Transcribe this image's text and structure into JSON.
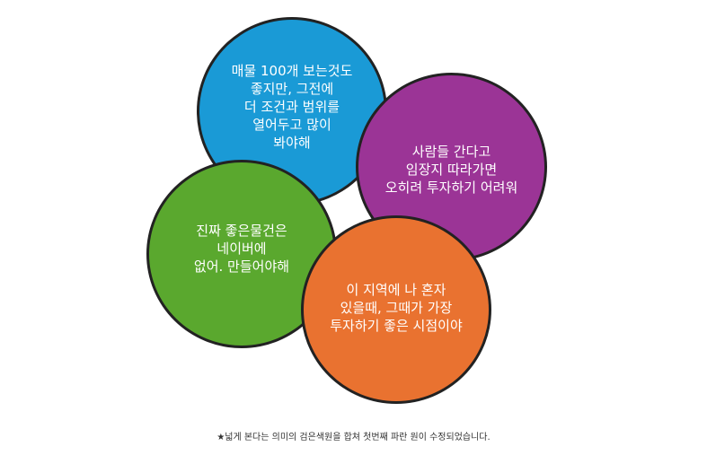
{
  "colors": {
    "blue": "#1a9ad6",
    "purple": "#9b3496",
    "green": "#5aa82e",
    "orange": "#e97230",
    "outline": "#222222"
  },
  "circles": [
    {
      "text": "매물 100개 보는것도\n좋지만, 그전에\n더 조건과 범위를\n열어두고 많이\n봐야해",
      "color": "#1a9ad6"
    },
    {
      "text": "사람들 간다고\n임장지 따라가면\n오히려 투자하기 어려워",
      "color": "#9b3496"
    },
    {
      "text": "진짜 좋은물건은\n네이버에\n없어. 만들어야해",
      "color": "#5aa82e"
    },
    {
      "text": "이 지역에 나 혼자\n있을때, 그때가 가장\n투자하기 좋은 시점이야",
      "color": "#e97230"
    }
  ],
  "caption": "★넓게 본다는 의미의 검은색원을 합쳐 첫번째 파란 원이 수정되었습니다."
}
